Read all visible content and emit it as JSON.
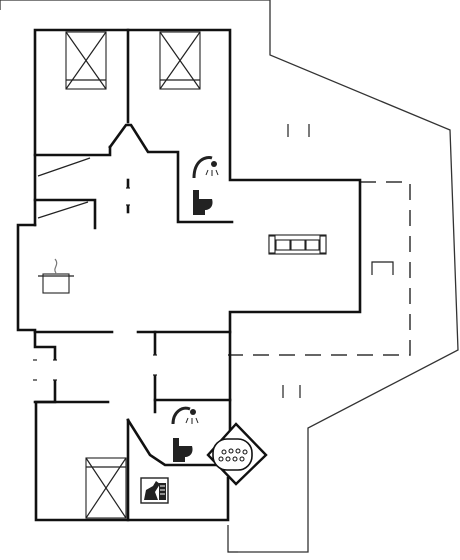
{
  "plan": {
    "rooms": [
      {
        "name": "bedroom",
        "icon": "bed-icon"
      },
      {
        "name": "bedroom",
        "icon": "bed-icon"
      },
      {
        "name": "bathroom",
        "icon": "shower-icon"
      },
      {
        "name": "bathroom",
        "icon": "toilet-icon"
      },
      {
        "name": "living-room",
        "icon": "sofa-icon"
      },
      {
        "name": "kitchen",
        "icon": "cooking-pot-icon"
      },
      {
        "name": "bathroom",
        "icon": "shower-icon"
      },
      {
        "name": "bathroom",
        "icon": "toilet-icon"
      },
      {
        "name": "spa",
        "icon": "whirlpool-icon"
      },
      {
        "name": "bedroom",
        "icon": "bed-icon"
      },
      {
        "name": "sauna",
        "icon": "sauna-icon"
      }
    ],
    "colors": {
      "wall": "#111111",
      "outline": "#333333",
      "background": "#ffffff"
    }
  }
}
